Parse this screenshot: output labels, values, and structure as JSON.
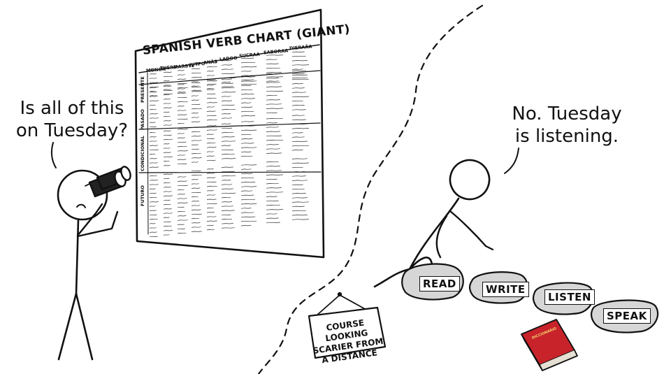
{
  "left_speech": [
    "Is all of this",
    "on Tuesday?"
  ],
  "right_speech": [
    "No. Tuesday",
    "is listening."
  ],
  "chart": {
    "title": "SPANISH VERB CHART (GIANT)",
    "columns": [
      "MONOK",
      "TUERS",
      "MARSTE",
      "JUTPO",
      "ANÃS",
      "LADOO",
      "SUCRAA",
      "SABORAA",
      "DIERAÃA"
    ],
    "row_labels": [
      "PRESENTE",
      "PASADO",
      "CONDICIONAL",
      "FUTURO"
    ]
  },
  "rocks": [
    "READ",
    "WRITE",
    "LISTEN",
    "SPEAK"
  ],
  "sign": [
    "COURSE LOOKING",
    "SCARIER FROM",
    "A DISTANCE"
  ],
  "dictionary_label": "DICCIONARIO",
  "colors": {
    "ink": "#111111",
    "book_red": "#c8232b",
    "book_gold": "#f3d36b",
    "rock_gray": "#d6d6d6"
  }
}
